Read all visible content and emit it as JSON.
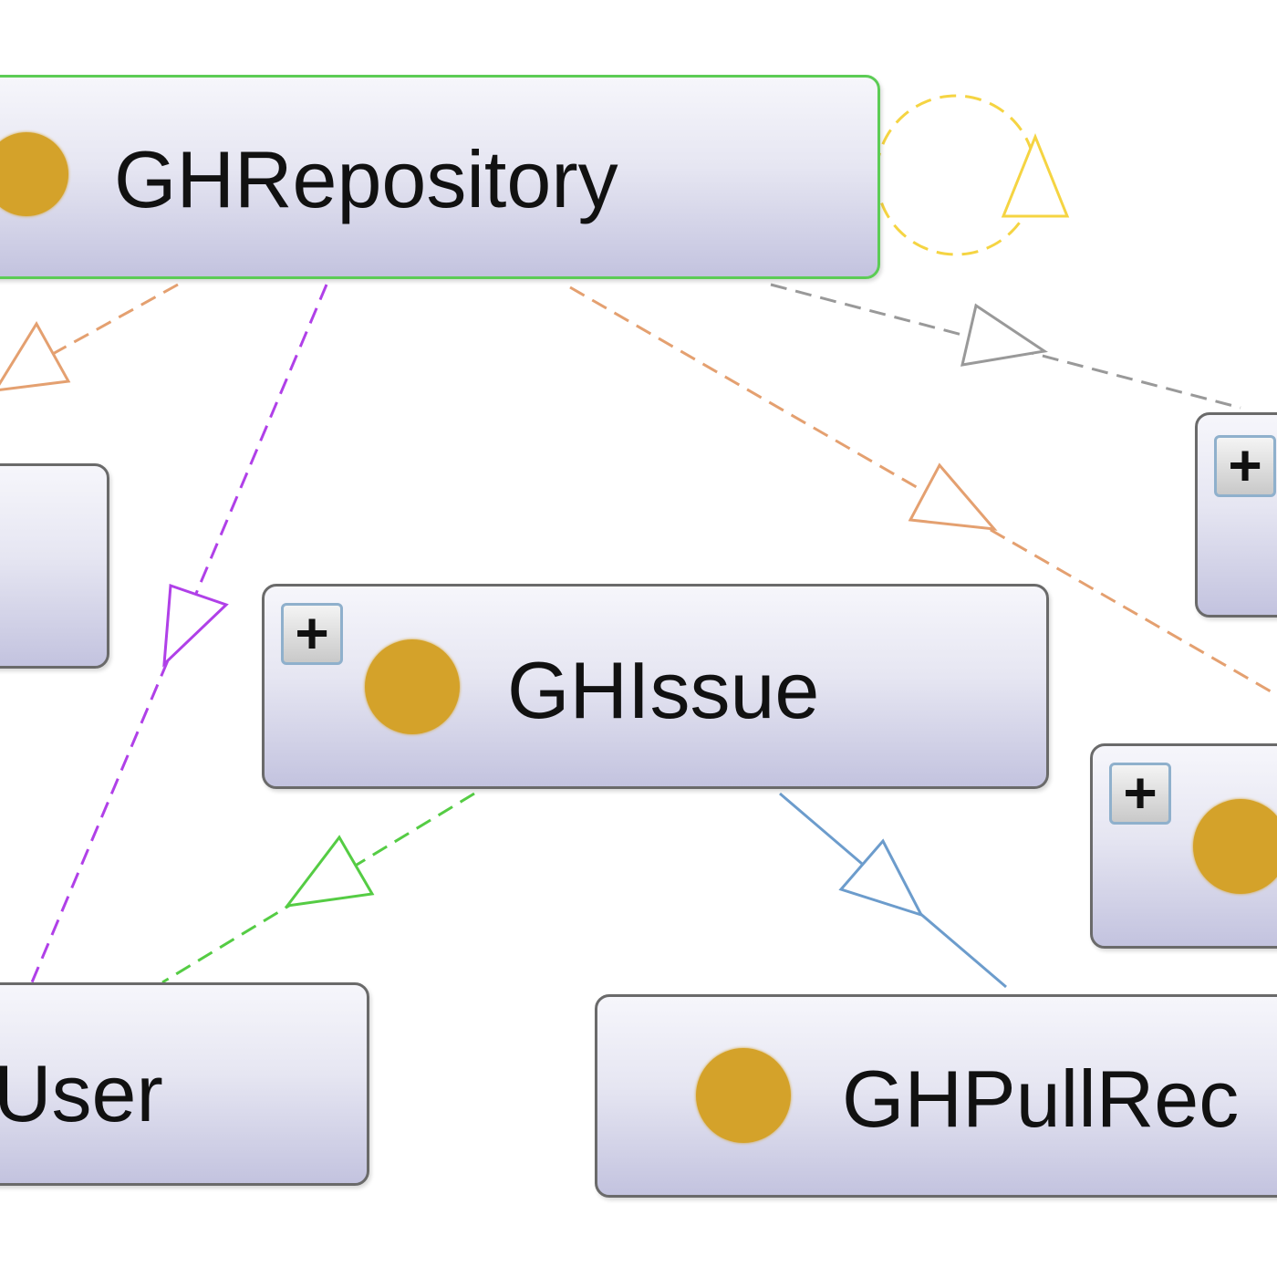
{
  "nodes": {
    "repository": {
      "label": "GHRepository",
      "selected": true
    },
    "issue": {
      "label": "GHIssue",
      "expandable": true
    },
    "user": {
      "label": "User"
    },
    "pull_request": {
      "label": "GHPullRec"
    },
    "left_partial": {
      "label": ""
    },
    "right_top_partial": {
      "label": "",
      "expandable": true
    },
    "right_mid_partial": {
      "label": "",
      "expandable": true
    }
  },
  "expand_symbol": "+",
  "colors": {
    "class_dot": "#d4a22a",
    "selected_border": "#5ccc55",
    "edge_yellow": "#f5d442",
    "edge_orange": "#e4a070",
    "edge_purple": "#b040e8",
    "edge_gray": "#999999",
    "edge_green": "#55cc44",
    "edge_blue": "#6c9ccc"
  }
}
